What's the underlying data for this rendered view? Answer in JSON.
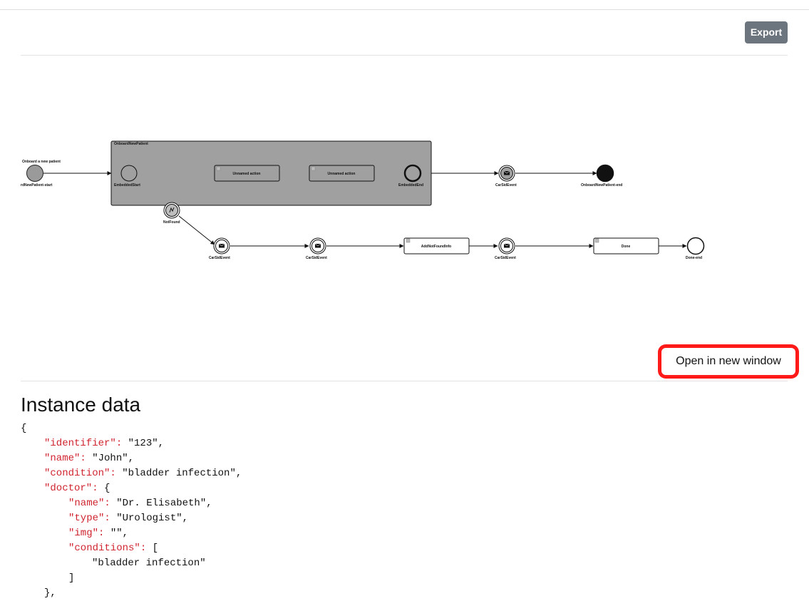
{
  "toolbar": {
    "export_label": "Export"
  },
  "diagram": {
    "subprocess_label": "OnboardNewPatient",
    "start_title": "Onboard a new patient",
    "start_id": "rdNewPatient-start",
    "embedded_start": "EmbeddedStart",
    "action_1": "Unnamed action",
    "action_2": "Unnamed action",
    "embedded_end": "EmbeddedEnd",
    "event_top": "CarSidEvent",
    "end_top": "OnboardNewPatient-end",
    "boundary_event": "NotFound",
    "event_bottom_1": "CarSidEvent",
    "event_bottom_2": "CarSidEvent",
    "task_not_found": "AddNotFoundInfo",
    "event_bottom_3": "CarSidEvent",
    "task_done": "Done",
    "done_end": "Done-end"
  },
  "open_window_label": "Open in new window",
  "instance_section": {
    "title": "Instance data"
  },
  "instance_json": {
    "open_brace": "{",
    "identifier_key": "\"identifier\":",
    "identifier_value": " \"123\",",
    "name_key": "\"name\":",
    "name_value": " \"John\",",
    "condition_key": "\"condition\":",
    "condition_value": " \"bladder infection\",",
    "doctor_key": "\"doctor\":",
    "doctor_open": " {",
    "doctor_name_key": "\"name\":",
    "doctor_name_value": " \"Dr. Elisabeth\",",
    "doctor_type_key": "\"type\":",
    "doctor_type_value": " \"Urologist\",",
    "doctor_img_key": "\"img\":",
    "doctor_img_value": " \"\",",
    "doctor_conditions_key": "\"conditions\":",
    "doctor_conditions_open": " [",
    "doctor_condition_item": "\"bladder infection\"",
    "doctor_conditions_close": "]",
    "doctor_close": "},"
  },
  "colors": {
    "export_button": "#6c757d",
    "highlight_ring": "#ff1a1a",
    "json_key": "#d0242f",
    "subprocess_fill": "#a0a0a0"
  },
  "icons": {
    "message": "envelope-icon",
    "error": "lightning-icon",
    "task_marker": "task-type-icon"
  }
}
